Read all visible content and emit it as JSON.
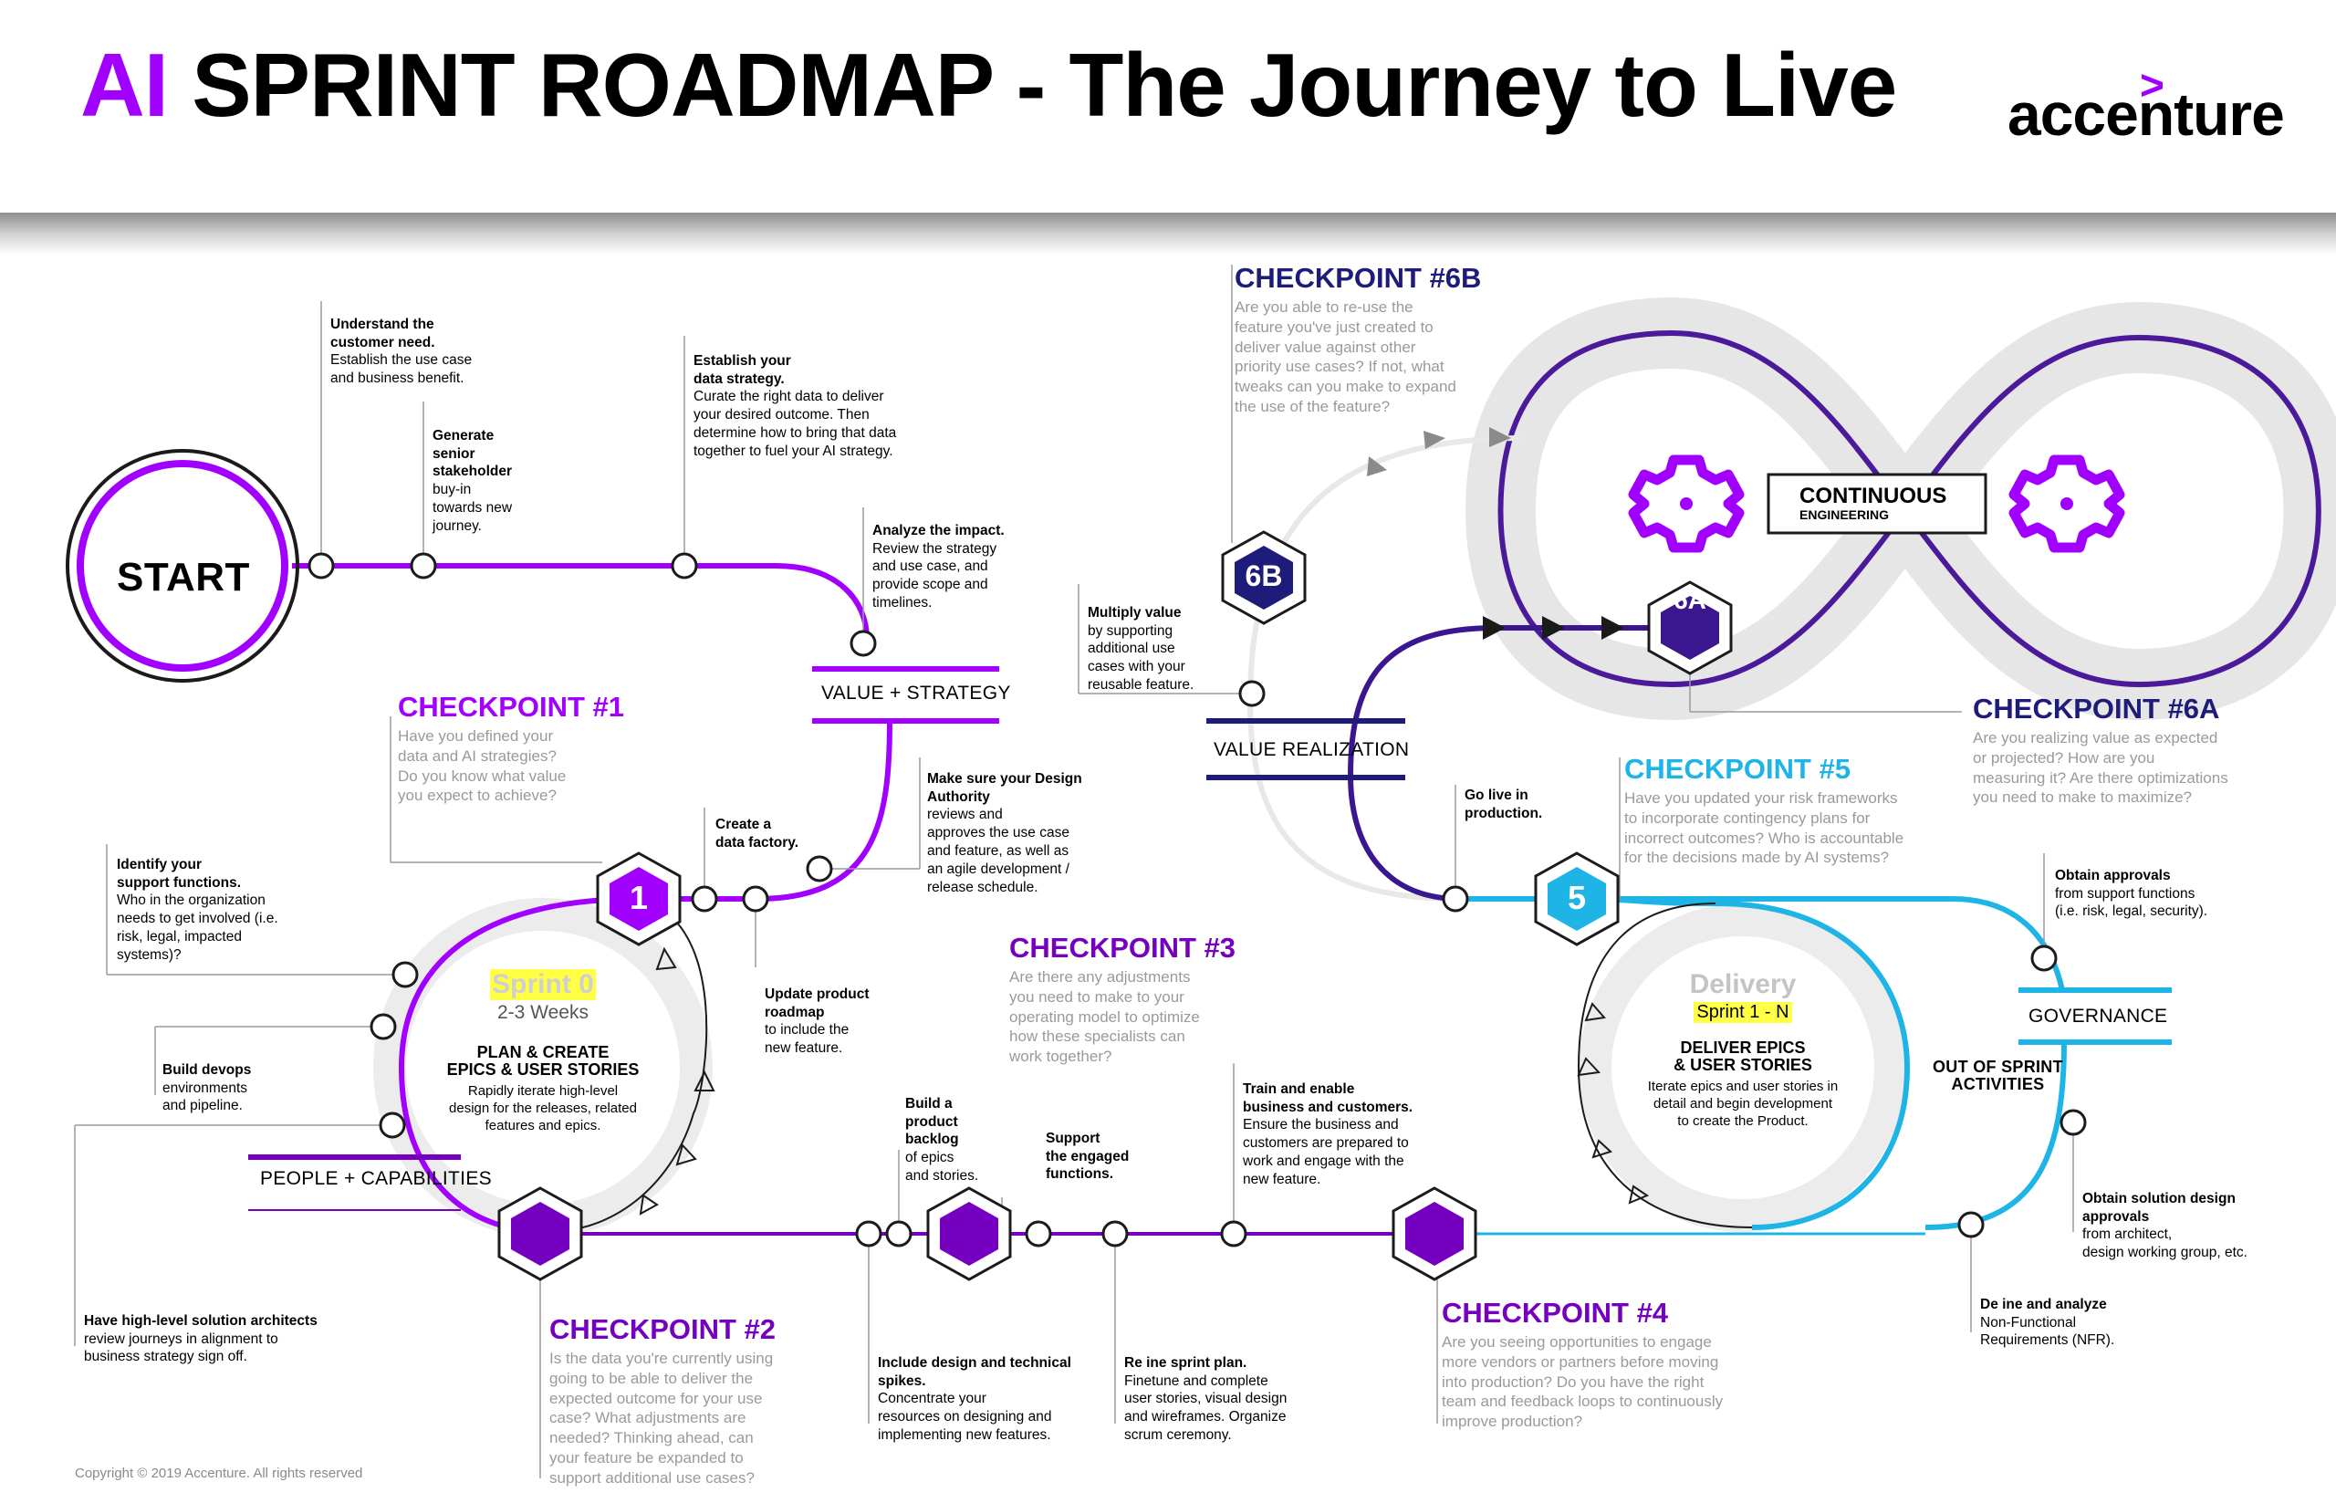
{
  "header": {
    "title_prefix": "AI",
    "title_rest": "SPRINT ROADMAP - The Journey to Live",
    "logo": "accenture",
    "logo_mark": ">"
  },
  "start_label": "START",
  "stages": {
    "value_strategy": "VALUE + STRATEGY",
    "people_capabilities": "PEOPLE + CAPABILITIES",
    "value_realization": "VALUE REALIZATION",
    "governance": "GOVERNANCE",
    "out_of_sprint": "OUT OF SPRINT\nACTIVITIES"
  },
  "continuous": {
    "title": "CONTINUOUS",
    "subtitle": "ENGINEERING"
  },
  "sprint0": {
    "title": "Sprint 0",
    "duration": "2-3 Weeks",
    "heading": "PLAN & CREATE\nEPICS & USER STORIES",
    "body": "Rapidly iterate high-level\ndesign for the releases, related\nfeatures and epics."
  },
  "delivery": {
    "title": "Delivery",
    "sprint": "Sprint 1 - N",
    "heading": "DELIVER EPICS\n& USER STORIES",
    "body": "Iterate epics and user stories in\ndetail and begin development\nto create the Product."
  },
  "hex_labels": {
    "h1": "1",
    "h5": "5",
    "h6b": "6B",
    "h6a": "6A"
  },
  "checkpoints": [
    {
      "title": "CHECKPOINT #1",
      "text": "Have you defined your\ndata and AI strategies?\nDo you know what value\nyou expect to achieve?",
      "color": "#a100ff"
    },
    {
      "title": "CHECKPOINT #2",
      "text": "Is the data you're currently using\ngoing to be able to deliver the\nexpected outcome for your use\ncase? What adjustments are\nneeded? Thinking ahead, can\nyour feature be expanded to\nsupport additional use cases?",
      "color": "#7500c0"
    },
    {
      "title": "CHECKPOINT #3",
      "text": "Are there any adjustments\nyou need to make to your\noperating model to optimize\nhow these specialists can\nwork together?",
      "color": "#7500c0"
    },
    {
      "title": "CHECKPOINT #4",
      "text": "Are you seeing opportunities to engage\nmore vendors or partners before moving\ninto production? Do you have the right\nteam and feedback loops to continuously\nimprove production?",
      "color": "#7500c0"
    },
    {
      "title": "CHECKPOINT #5",
      "text": "Have you updated your risk frameworks\nto incorporate contingency plans for\nincorrect outcomes? Who is accountable\nfor the decisions made by AI systems?",
      "color": "#1fb4e6"
    },
    {
      "title": "CHECKPOINT #6A",
      "text": "Are you realizing value as expected\nor projected? How are you\nmeasuring it? Are there optimizations\nyou need to make to maximize?",
      "color": "#1e1c7a"
    },
    {
      "title": "CHECKPOINT #6B",
      "text": "Are you able to re-use the\nfeature you've just created to\ndeliver value against other\npriority use cases? If not, what\ntweaks can you make to expand\nthe use of the feature?",
      "color": "#1e1c7a"
    }
  ],
  "notes": {
    "understand": {
      "h": "Understand the\ncustomer need.",
      "b": "Establish the use case\nand business benefit."
    },
    "senior": {
      "h": "Generate\nsenior\nstakeholder",
      "b": "buy-in\ntowards new\njourney."
    },
    "data_strategy": {
      "h": "Establish your\ndata strategy.",
      "b": "Curate the right data to deliver\nyour desired outcome. Then\ndetermine how to bring that data\ntogether to fuel your AI strategy."
    },
    "impact": {
      "h": "Analyze the impact.",
      "b": "Review the strategy\nand use case, and\nprovide scope and\ntimelines."
    },
    "design_authority": {
      "h": "Make sure your Design\nAuthority",
      "b": "reviews and\napproves the use case\nand feature, as well as\nan agile development /\nrelease schedule."
    },
    "data_factory": {
      "h": "Create a\ndata factory.",
      "b": ""
    },
    "update_roadmap": {
      "h": "Update product\nroadmap",
      "b": "to include the\nnew feature."
    },
    "support_functions": {
      "h": "Identify your\nsupport functions.",
      "b": "Who in the organization\nneeds to get involved (i.e.\nrisk, legal, impacted\nsystems)?"
    },
    "devops": {
      "h": "Build devops",
      "b": "environments\nand pipeline."
    },
    "architects": {
      "h": "Have high-level solution architects",
      "b": "review journeys in alignment to\nbusiness strategy sign off."
    },
    "product_backlog": {
      "h": "Build a\nproduct\nbacklog",
      "b": "of epics\nand stories."
    },
    "support_engaged": {
      "h": "Support\nthe engaged\nfunctions.",
      "b": ""
    },
    "train": {
      "h": "Train and enable\nbusiness and customers.",
      "b": "Ensure the business and\ncustomers are prepared to\nwork and engage with the\nnew feature."
    },
    "spikes": {
      "h": "Include design and technical\nspikes.",
      "b": "Concentrate your\nresources on designing and\nimplementing new features."
    },
    "refine": {
      "h": "Re ine sprint plan.",
      "b": "Finetune and complete\nuser stories, visual design\nand wireframes. Organize\nscrum ceremony."
    },
    "multiply": {
      "h": "Multiply value",
      "b": "by supporting\nadditional use\ncases with your\nreusable feature."
    },
    "go_live": {
      "h": "Go live in\nproduction.",
      "b": ""
    },
    "approvals": {
      "h": "Obtain approvals",
      "b": "from support functions\n(i.e. risk, legal, security)."
    },
    "solution_design": {
      "h": "Obtain solution design\napprovals",
      "b": "from architect,\ndesign working group, etc."
    },
    "nfr": {
      "h": "De ine and analyze",
      "b": "Non-Functional\nRequirements (NFR)."
    }
  },
  "copyright": "Copyright © 2019 Accenture. All rights reserved",
  "colors": {
    "purple": "#a100ff",
    "violet": "#7500c0",
    "navy": "#1e1c7a",
    "cyan": "#1fb4e6",
    "grey": "#e6e6e6"
  }
}
